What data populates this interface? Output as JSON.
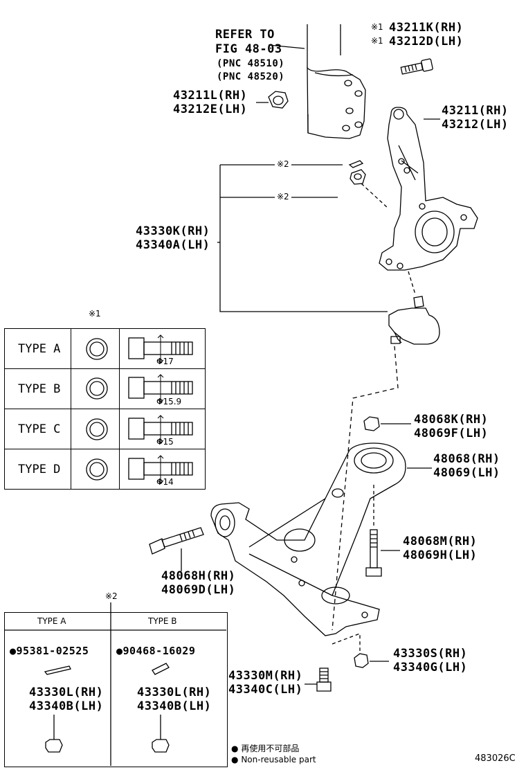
{
  "refer": {
    "line1": "REFER TO",
    "line2": "FIG 48-03",
    "line3": "(PNC 48510)",
    "line4": "(PNC 48520)"
  },
  "parts": {
    "bolt_top": {
      "mark": "※1",
      "rh": "43211K(RH)",
      "lh": "43212D(LH)"
    },
    "nut_strut": {
      "rh": "43211L(RH)",
      "lh": "43212E(LH)"
    },
    "knuckle": {
      "rh": "43211(RH)",
      "lh": "43212(LH)"
    },
    "ball_joint": {
      "rh": "43330K(RH)",
      "lh": "43340A(LH)"
    },
    "cotter_mark1": "※2",
    "cotter_mark2": "※2",
    "nut_arm": {
      "rh": "48068K(RH)",
      "lh": "48069F(LH)"
    },
    "lower_arm": {
      "rh": "48068(RH)",
      "lh": "48069(LH)"
    },
    "bolt_arm_rear": {
      "rh": "48068M(RH)",
      "lh": "48069H(LH)"
    },
    "bolt_arm_front": {
      "rh": "48068H(RH)",
      "lh": "48069D(LH)"
    },
    "nut_bj": {
      "rh": "43330S(RH)",
      "lh": "43340G(LH)"
    },
    "bolt_bj": {
      "rh": "43330M(RH)",
      "lh": "43340C(LH)"
    }
  },
  "type_table_1": {
    "mark": "※1",
    "rows": [
      {
        "name": "TYPE A",
        "dia": "Φ17"
      },
      {
        "name": "TYPE B",
        "dia": "Φ15.9"
      },
      {
        "name": "TYPE C",
        "dia": "Φ15"
      },
      {
        "name": "TYPE D",
        "dia": "Φ14"
      }
    ]
  },
  "type_table_2": {
    "mark": "※2",
    "col_a": {
      "header": "TYPE A",
      "part": "95381-02525",
      "rh": "43330L(RH)",
      "lh": "43340B(LH)"
    },
    "col_b": {
      "header": "TYPE B",
      "part": "90468-16029",
      "rh": "43330L(RH)",
      "lh": "43340B(LH)"
    }
  },
  "legend": {
    "jp": "再使用不可部品",
    "en": "Non-reusable part"
  },
  "figure_code": "483026C"
}
